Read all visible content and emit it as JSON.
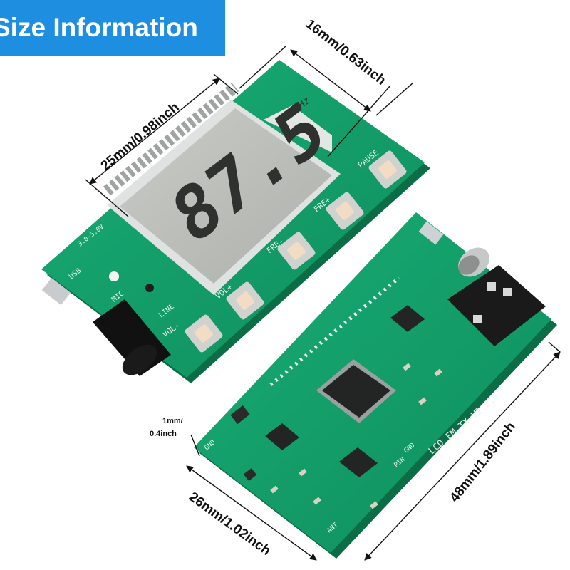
{
  "banner": {
    "title": "Size Information"
  },
  "dimensions": {
    "width_top": "16mm/0.63inch",
    "length_top": "25mm/0.98inch",
    "thickness": "1mm/\n0.4inch",
    "thickness_line1": "1mm/",
    "thickness_line2": "0.4inch",
    "width_bottom": "26mm/1.02inch",
    "length_bottom": "48mm/1.89inch"
  },
  "front_board": {
    "display_frequency": "87.5",
    "display_unit": "MHz",
    "buttons": [
      "VOL-",
      "VOL+",
      "FRE-",
      "FRE+",
      "PAUSE"
    ],
    "labels": {
      "usb": "USB",
      "mic": "MIC",
      "line": "LINE",
      "power": "3.0-5.0V"
    }
  },
  "back_board": {
    "model": "LCD_FM_TX_V2.2.1",
    "labels": {
      "gnd": "GND",
      "ant": "ANT",
      "pin_gnd": "GND",
      "pin": "PIN"
    }
  },
  "colors": {
    "banner": "#1e8fe0",
    "pcb": "#139e6a",
    "lcd": "#b9bcb6",
    "segments": "#2f312f"
  }
}
